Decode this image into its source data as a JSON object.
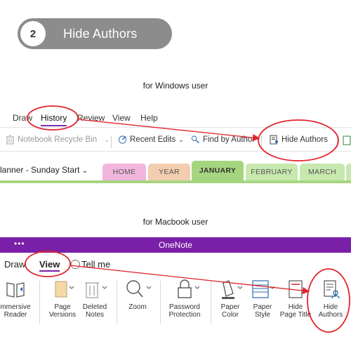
{
  "step": {
    "number": "2",
    "title": "Hide Authors"
  },
  "windows": {
    "caption": "for Windows user",
    "tabs": [
      "Draw",
      "History",
      "Review",
      "View",
      "Help"
    ],
    "commands": {
      "recycle": "Notebook Recycle Bin",
      "recent": "Recent Edits",
      "find": "Find by Author",
      "hide": "Hide Authors"
    },
    "section_name": "lanner - Sunday Start",
    "section_tabs": [
      "HOME",
      "YEAR",
      "JANUARY",
      "FEBRUARY",
      "MARCH"
    ]
  },
  "mac": {
    "caption": "for Macbook user",
    "window_title": "OneNote",
    "dots": "•••",
    "tabs": [
      "Draw",
      "View",
      "Tell me"
    ],
    "tools": {
      "immersive": [
        "mmersive",
        "Reader"
      ],
      "page_versions": [
        "Page",
        "Versions"
      ],
      "deleted_notes": [
        "Deleted",
        "Notes"
      ],
      "zoom": [
        "Zoom"
      ],
      "password": [
        "Password",
        "Protection"
      ],
      "paper_color": [
        "Paper",
        "Color"
      ],
      "paper_style": [
        "Paper",
        "Style"
      ],
      "hide_title": [
        "Hide",
        "Page Title"
      ],
      "hide_authors": [
        "Hide",
        "Authors"
      ]
    }
  },
  "colors": {
    "accent_purple": "#7a1fa8",
    "highlight_red": "#e0242b",
    "pill_gray": "#8c8c8c"
  }
}
